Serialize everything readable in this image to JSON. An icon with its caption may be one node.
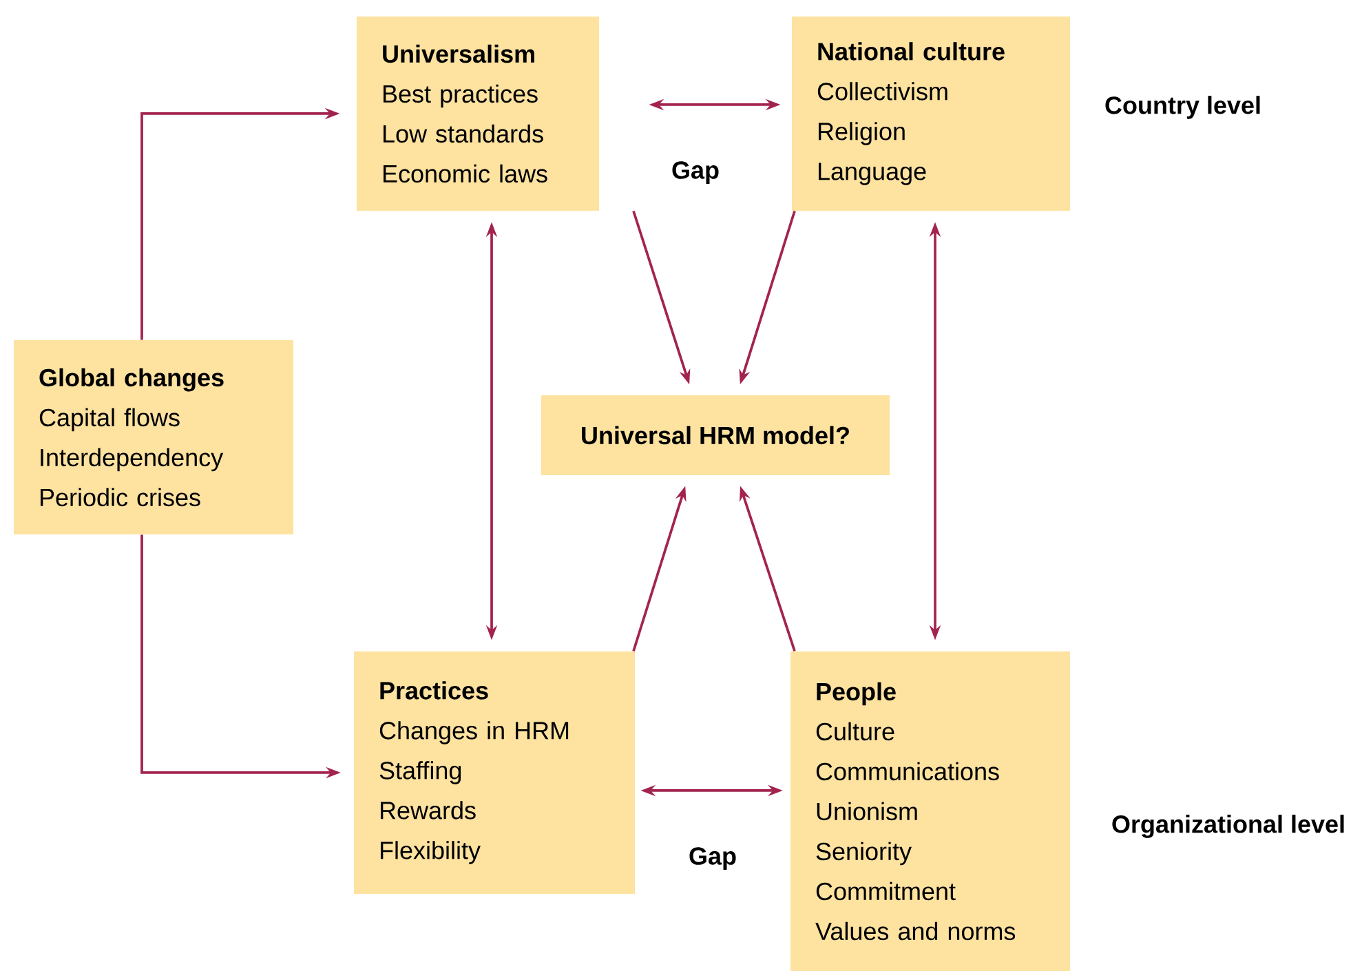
{
  "diagram": {
    "nodes": [
      {
        "text": [
          "Universalism",
          "Best practices",
          "Low standards",
          "Economic laws"
        ]
      },
      {
        "text": [
          "National culture",
          "Collectivism",
          "Religion",
          "Language"
        ]
      },
      {
        "text": [
          "Global changes",
          "Capital flows",
          "Interdependency",
          "Periodic crises"
        ]
      },
      {
        "text": [
          "Universal HRM model?"
        ]
      },
      {
        "text": [
          "Practices",
          "Changes in HRM",
          "Staffing",
          "Rewards",
          "Flexibility"
        ]
      },
      {
        "text": [
          "People",
          "Culture",
          "Communications",
          "Unionism",
          "Seniority",
          "Commitment",
          "Values and norms"
        ]
      }
    ],
    "edges": [
      {
        "from": 2,
        "to": 0,
        "arrow": "to"
      },
      {
        "from": 2,
        "to": 4,
        "arrow": "to"
      },
      {
        "from": 0,
        "to": 1,
        "arrow": "both",
        "label": "Gap"
      },
      {
        "from": 0,
        "to": 3,
        "arrow": "to"
      },
      {
        "from": 1,
        "to": 3,
        "arrow": "to"
      },
      {
        "from": 4,
        "to": 3,
        "arrow": "to"
      },
      {
        "from": 5,
        "to": 3,
        "arrow": "to"
      },
      {
        "from": 0,
        "to": 4,
        "arrow": "both"
      },
      {
        "from": 1,
        "to": 5,
        "arrow": "both"
      },
      {
        "from": 4,
        "to": 5,
        "arrow": "both",
        "label": "Gap"
      }
    ],
    "labels": [
      "Country level",
      "Organizational level"
    ]
  }
}
